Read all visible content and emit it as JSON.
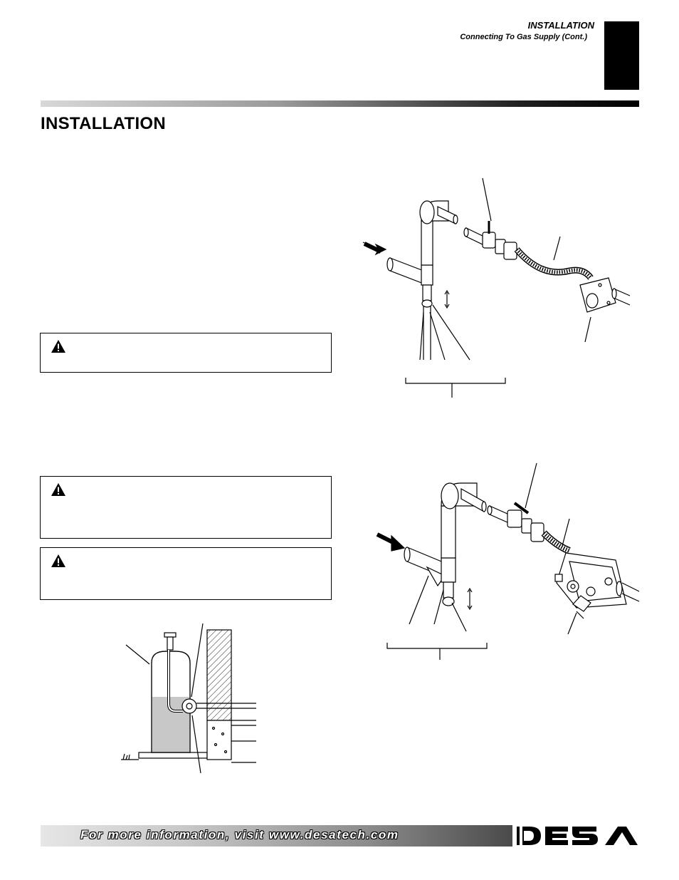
{
  "header": {
    "section": "INSTALLATION",
    "subsection": "Connecting To Gas Supply (Cont.)"
  },
  "page_title": "INSTALLATION",
  "warnings": [
    {
      "icon": "warning-triangle-icon"
    },
    {
      "icon": "warning-triangle-icon"
    },
    {
      "icon": "warning-triangle-icon"
    }
  ],
  "figures": [
    {
      "name": "gas-piping-diagram-top",
      "icon": "piping-assembly-illustration"
    },
    {
      "name": "gas-piping-diagram-bottom",
      "icon": "piping-assembly-with-valve-illustration"
    },
    {
      "name": "lp-tank-diagram",
      "icon": "propane-tank-illustration"
    }
  ],
  "footer": {
    "text": "For more information, visit www.desatech.com",
    "logo": "DESA"
  },
  "colors": {
    "footer_dark": "#4a4a4a",
    "rule_dark": "#000000"
  }
}
